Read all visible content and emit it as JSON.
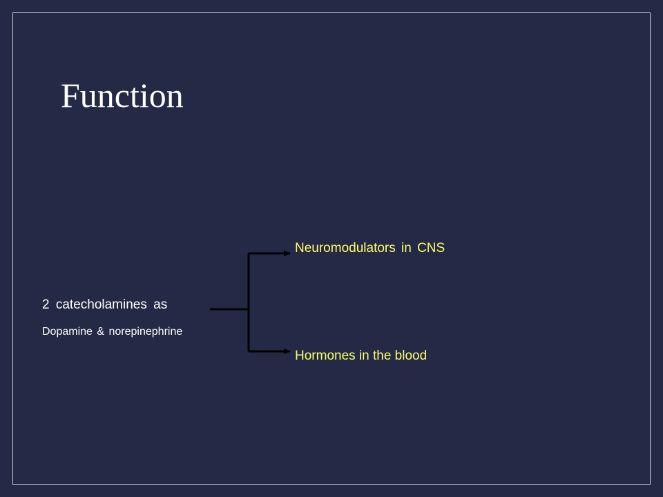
{
  "slide": {
    "title": "Function",
    "colors": {
      "background": "#242946",
      "frame": "#c9cbd6",
      "text": "#ffffff",
      "highlight": "#ffff66",
      "connector": "#000000"
    }
  },
  "diagram": {
    "source": {
      "line1": "2 catecholamines as",
      "line2": "Dopamine & norepinephrine"
    },
    "targets": [
      {
        "label": "Neuromodulators in CNS"
      },
      {
        "label": "Hormones in the blood"
      }
    ]
  }
}
